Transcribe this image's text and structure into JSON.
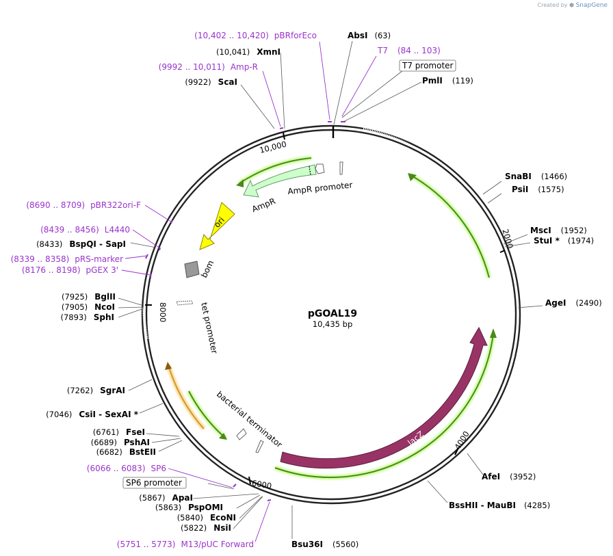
{
  "branding": {
    "created_by": "Created by",
    "product": "SnapGene"
  },
  "plasmid": {
    "name": "pGOAL19",
    "length_label": "10,435 bp",
    "length": 10435
  },
  "ticks": [
    {
      "pos": 2000,
      "label": "2000"
    },
    {
      "pos": 4000,
      "label": "4000"
    },
    {
      "pos": 6000,
      "label": "6000"
    },
    {
      "pos": 8000,
      "label": "8000"
    },
    {
      "pos": 10000,
      "label": "10,000"
    }
  ],
  "enzymes": [
    {
      "id": "absi",
      "name": "AbsI",
      "pos": "(63)",
      "site": 63
    },
    {
      "id": "pmli",
      "name": "PmlI",
      "pos": "(119)",
      "site": 119
    },
    {
      "id": "snabi",
      "name": "SnaBI",
      "pos": "(1466)",
      "site": 1466
    },
    {
      "id": "psii",
      "name": "PsiI",
      "pos": "(1575)",
      "site": 1575
    },
    {
      "id": "msci",
      "name": "MscI",
      "pos": "(1952)",
      "site": 1952
    },
    {
      "id": "stui",
      "name": "StuI *",
      "pos": "(1974)",
      "site": 1974
    },
    {
      "id": "agei",
      "name": "AgeI",
      "pos": "(2490)",
      "site": 2490
    },
    {
      "id": "afei",
      "name": "AfeI",
      "pos": "(3952)",
      "site": 3952
    },
    {
      "id": "bsshii",
      "name": "BssHII  - MauBI",
      "pos": "(4285)",
      "site": 4285
    },
    {
      "id": "bsu36i",
      "name": "Bsu36I",
      "pos": "(5560)",
      "site": 5560
    },
    {
      "id": "nsii",
      "name": "NsiI",
      "pos": "(5822)",
      "site": 5822
    },
    {
      "id": "econi",
      "name": "EcoNI",
      "pos": "(5840)",
      "site": 5840
    },
    {
      "id": "pspomi",
      "name": "PspOMI",
      "pos": "(5863)",
      "site": 5863
    },
    {
      "id": "apai",
      "name": "ApaI",
      "pos": "(5867)",
      "site": 5867
    },
    {
      "id": "bsteii",
      "name": "BstEII",
      "pos": "(6682)",
      "site": 6682
    },
    {
      "id": "pshai",
      "name": "PshAI",
      "pos": "(6689)",
      "site": 6689
    },
    {
      "id": "fsei",
      "name": "FseI",
      "pos": "(6761)",
      "site": 6761
    },
    {
      "id": "csii",
      "name": "CsiI  - SexAI *",
      "pos": "(7046)",
      "site": 7046
    },
    {
      "id": "sgrai",
      "name": "SgrAI",
      "pos": "(7262)",
      "site": 7262
    },
    {
      "id": "sphi",
      "name": "SphI",
      "pos": "(7893)",
      "site": 7893
    },
    {
      "id": "ncoi",
      "name": "NcoI",
      "pos": "(7905)",
      "site": 7905
    },
    {
      "id": "bglii",
      "name": "BglII",
      "pos": "(7925)",
      "site": 7925
    },
    {
      "id": "bspqi",
      "name": "BspQI  - SapI",
      "pos": "(8433)",
      "site": 8433
    },
    {
      "id": "scai",
      "name": "ScaI",
      "pos": "(9922)",
      "site": 9922
    },
    {
      "id": "xmni",
      "name": "XmnI",
      "pos": "(10,041)",
      "site": 10041
    }
  ],
  "primers": [
    {
      "id": "pbrforeco",
      "name": "pBRforEco",
      "range": "(10,402 .. 10,420)",
      "site": 10411
    },
    {
      "id": "t7",
      "name": "T7",
      "range": "(84 .. 103)",
      "site": 93
    },
    {
      "id": "ampr-primer",
      "name": "Amp-R",
      "range": "(9992 .. 10,011)",
      "site": 10001
    },
    {
      "id": "pbr322ori-f",
      "name": "pBR322ori-F",
      "range": "(8690 .. 8709)",
      "site": 8699
    },
    {
      "id": "l4440",
      "name": "L4440",
      "range": "(8439 .. 8456)",
      "site": 8447
    },
    {
      "id": "prs-marker",
      "name": "pRS-marker",
      "range": "(8339 .. 8358)",
      "site": 8348
    },
    {
      "id": "pgex3",
      "name": "pGEX 3'",
      "range": "(8176 .. 8198)",
      "site": 8187
    },
    {
      "id": "sp6",
      "name": "SP6",
      "range": "(6066 .. 6083)",
      "site": 6074
    },
    {
      "id": "m13puc",
      "name": "M13/pUC Forward",
      "range": "(5751 .. 5773)",
      "site": 5762
    }
  ],
  "boxed_labels": [
    {
      "id": "t7-promoter",
      "label": "T7 promoter"
    },
    {
      "id": "sp6-promoter",
      "label": "SP6 promoter"
    }
  ],
  "features": [
    {
      "id": "lacz",
      "label": "lacZ",
      "color": "#993366"
    },
    {
      "id": "ori",
      "label": "ori",
      "color": "#ffff00"
    },
    {
      "id": "ampr",
      "label": "AmpR",
      "color": "#ccffcc"
    },
    {
      "id": "ampr-promoter",
      "label": "AmpR promoter",
      "color": "#ffffff"
    },
    {
      "id": "bom",
      "label": "bom",
      "color": "#999999"
    },
    {
      "id": "tet-promoter",
      "label": "tet promoter",
      "color": "#ffffff"
    },
    {
      "id": "bacterial-terminator",
      "label": "bacterial terminator",
      "color": "#ffffff"
    }
  ],
  "colors": {
    "backbone": "#222222",
    "enzyme_text": "#000000",
    "primer_text": "#9933cc",
    "orf_arrow": "#99cc66",
    "orf_glow": "#ccff99",
    "orange_orf": "#cc9933"
  }
}
